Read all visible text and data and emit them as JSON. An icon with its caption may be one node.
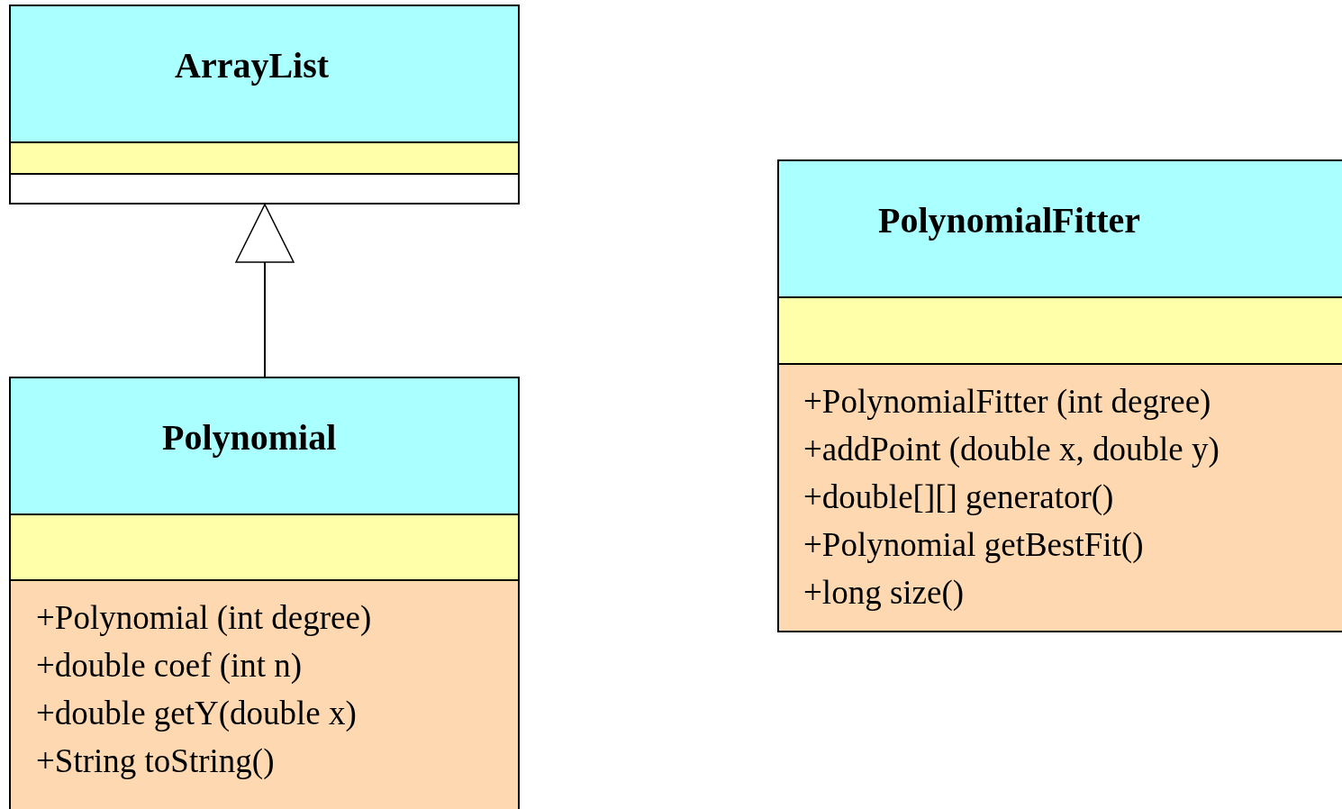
{
  "diagram": {
    "nodes": [
      {
        "text": [
          "ArrayList"
        ]
      },
      {
        "text": [
          "Polynomial",
          "+Polynomial (int degree)",
          "+double coef (int n)",
          "+double getY(double x)",
          "+String toString()"
        ]
      },
      {
        "text": [
          "PolynomialFitter",
          "+PolynomialFitter (int degree)",
          "+addPoint (double x, double y)",
          "+double[][] generator()",
          "+Polynomial getBestFit()",
          "+long size()"
        ]
      }
    ],
    "edges": [
      {
        "from": 1,
        "to": 0,
        "arrow": "to"
      }
    ]
  }
}
